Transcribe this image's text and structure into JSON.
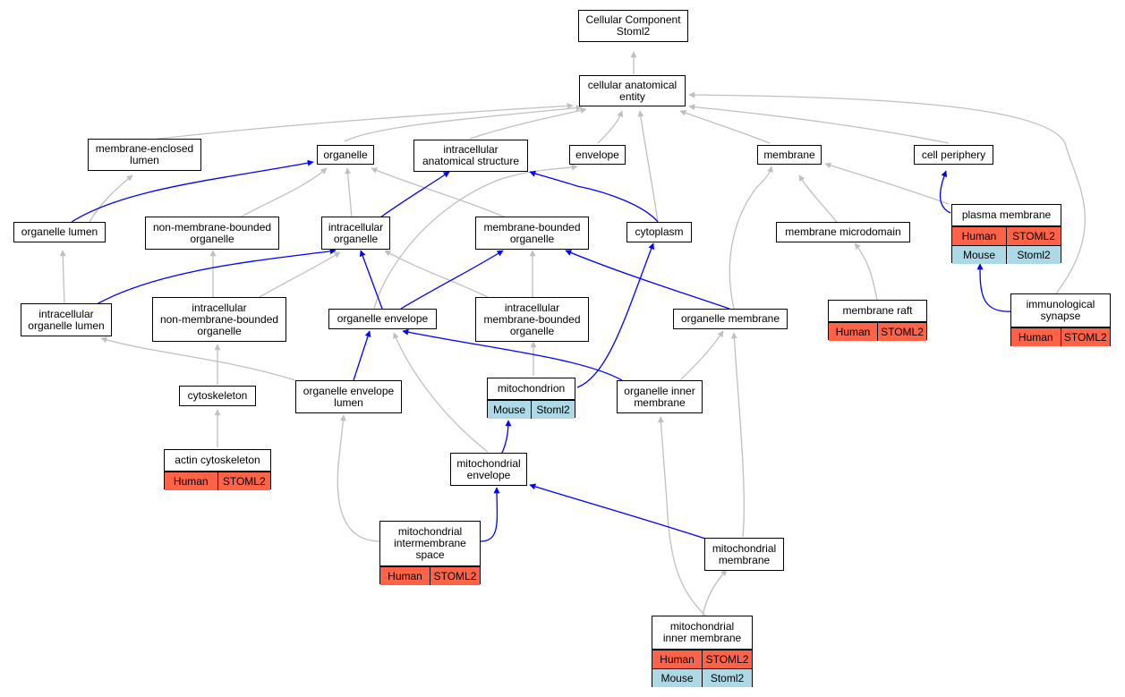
{
  "colors": {
    "human": "#ff6347",
    "mouse": "#add8e6",
    "is_a_edge": "#c0c0c0",
    "part_of_edge": "#0000ff"
  },
  "nodes": {
    "cellular_component": {
      "line1": "Cellular Component",
      "line2": "Stoml2"
    },
    "cellular_anatomical_entity": {
      "line1": "cellular anatomical",
      "line2": "entity"
    },
    "membrane_enclosed_lumen": {
      "line1": "membrane-enclosed",
      "line2": "lumen"
    },
    "organelle": {
      "line1": "organelle"
    },
    "intracellular_anatomical_structure": {
      "line1": "intracellular",
      "line2": "anatomical structure"
    },
    "envelope": {
      "line1": "envelope"
    },
    "membrane": {
      "line1": "membrane"
    },
    "cell_periphery": {
      "line1": "cell periphery"
    },
    "organelle_lumen": {
      "line1": "organelle lumen"
    },
    "non_membrane_bounded_organelle": {
      "line1": "non-membrane-bounded",
      "line2": "organelle"
    },
    "intracellular_organelle": {
      "line1": "intracellular",
      "line2": "organelle"
    },
    "membrane_bounded_organelle": {
      "line1": "membrane-bounded",
      "line2": "organelle"
    },
    "cytoplasm": {
      "line1": "cytoplasm"
    },
    "membrane_microdomain": {
      "line1": "membrane microdomain"
    },
    "plasma_membrane": {
      "title": "plasma membrane",
      "rows": [
        [
          "Human",
          "STOML2"
        ],
        [
          "Mouse",
          "Stoml2"
        ]
      ]
    },
    "intracellular_organelle_lumen": {
      "line1": "intracellular",
      "line2": "organelle lumen"
    },
    "intracellular_non_membrane_bounded_organelle": {
      "line1": "intracellular",
      "line2": "non-membrane-bounded",
      "line3": "organelle"
    },
    "organelle_envelope": {
      "line1": "organelle envelope"
    },
    "intracellular_membrane_bounded_organelle": {
      "line1": "intracellular",
      "line2": "membrane-bounded",
      "line3": "organelle"
    },
    "organelle_membrane": {
      "line1": "organelle membrane"
    },
    "membrane_raft": {
      "title": "membrane raft",
      "rows": [
        [
          "Human",
          "STOML2"
        ]
      ]
    },
    "immunological_synapse": {
      "title1": "immunological",
      "title2": "synapse",
      "rows": [
        [
          "Human",
          "STOML2"
        ]
      ]
    },
    "cytoskeleton": {
      "line1": "cytoskeleton"
    },
    "organelle_envelope_lumen": {
      "line1": "organelle envelope",
      "line2": "lumen"
    },
    "mitochondrion": {
      "title": "mitochondrion",
      "rows": [
        [
          "Mouse",
          "Stoml2"
        ]
      ]
    },
    "organelle_inner_membrane": {
      "line1": "organelle inner",
      "line2": "membrane"
    },
    "actin_cytoskeleton": {
      "title": "actin cytoskeleton",
      "rows": [
        [
          "Human",
          "STOML2"
        ]
      ]
    },
    "mitochondrial_envelope": {
      "line1": "mitochondrial",
      "line2": "envelope"
    },
    "mitochondrial_intermembrane_space": {
      "title1": "mitochondrial",
      "title2": "intermembrane",
      "title3": "space",
      "rows": [
        [
          "Human",
          "STOML2"
        ]
      ]
    },
    "mitochondrial_membrane": {
      "line1": "mitochondrial",
      "line2": "membrane"
    },
    "mitochondrial_inner_membrane": {
      "title1": "mitochondrial",
      "title2": "inner membrane",
      "rows": [
        [
          "Human",
          "STOML2"
        ],
        [
          "Mouse",
          "Stoml2"
        ]
      ]
    }
  }
}
